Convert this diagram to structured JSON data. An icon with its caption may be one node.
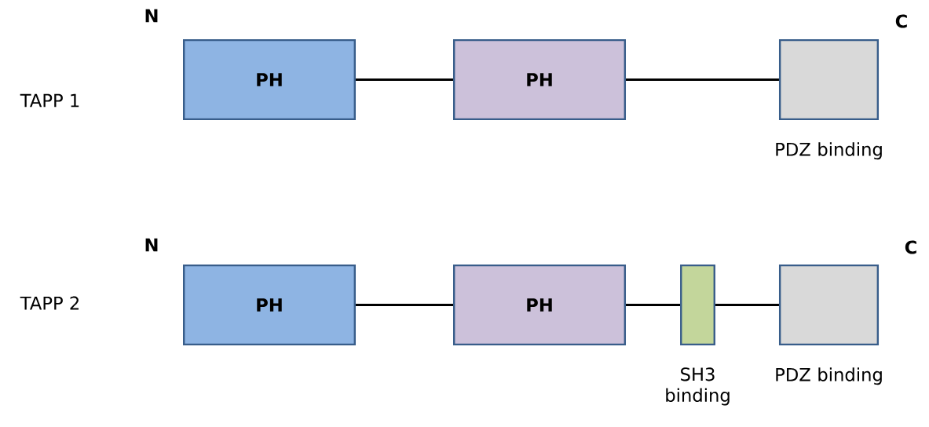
{
  "diagram": {
    "nodes": [
      {
        "text": [
          "PH"
        ]
      },
      {
        "text": [
          "PH"
        ]
      },
      {
        "text": [],
        "shape": "box",
        "beside": [
          "PDZ binding"
        ]
      },
      {
        "text": [
          "PH"
        ]
      },
      {
        "text": [
          "PH"
        ]
      },
      {
        "text": [],
        "shape": "box",
        "beside": [
          "SH3 binding"
        ]
      },
      {
        "text": [],
        "shape": "box",
        "beside": [
          "PDZ binding"
        ]
      }
    ],
    "edges": [
      {
        "from": 0,
        "to": 1,
        "arrow": "none"
      },
      {
        "from": 1,
        "to": 2,
        "arrow": "none"
      },
      {
        "from": 3,
        "to": 4,
        "arrow": "none"
      },
      {
        "from": 4,
        "to": 5,
        "arrow": "none"
      },
      {
        "from": 5,
        "to": 6,
        "arrow": "none"
      }
    ],
    "labels": [
      "N",
      "C",
      "TAPP 1",
      "N",
      "C",
      "TAPP 2"
    ]
  }
}
